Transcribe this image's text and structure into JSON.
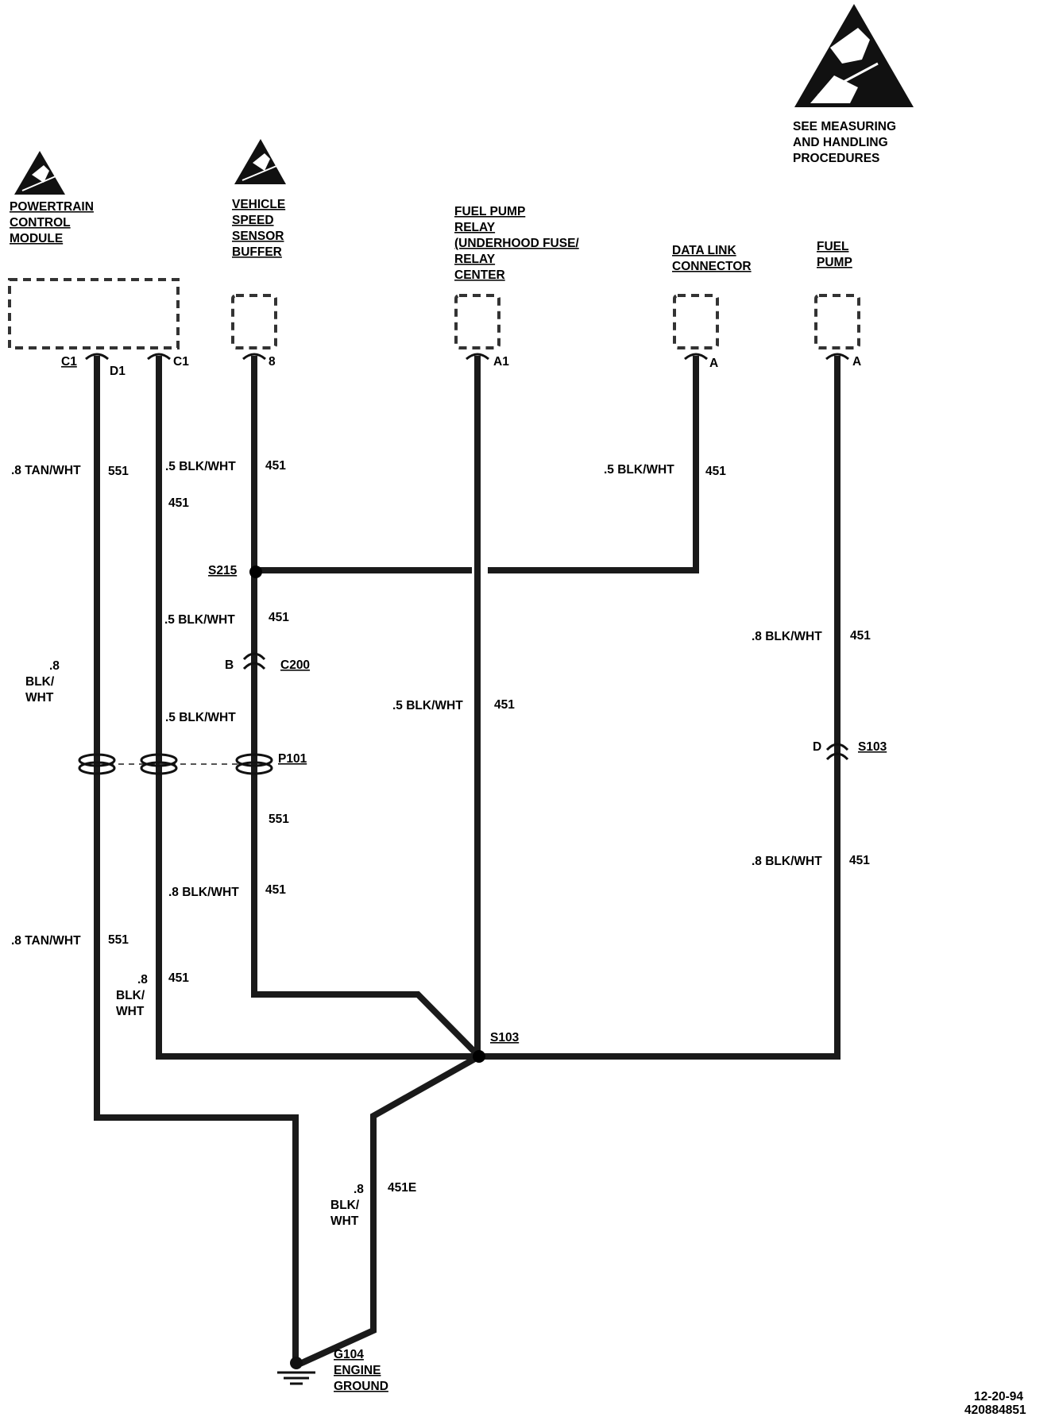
{
  "esd_note": [
    "SEE MEASURING",
    "AND HANDLING",
    "PROCEDURES"
  ],
  "components": {
    "pcm": [
      "POWERTRAIN",
      "CONTROL",
      "MODULE"
    ],
    "vssb": [
      "VEHICLE",
      "SPEED",
      "SENSOR",
      "BUFFER"
    ],
    "relay": [
      "FUEL PUMP",
      "RELAY",
      "(UNDERHOOD FUSE/",
      "RELAY",
      "CENTER"
    ],
    "dlc": [
      "DATA LINK",
      "CONNECTOR"
    ],
    "pump": [
      "FUEL",
      "PUMP"
    ]
  },
  "pins": {
    "pcm_c1_label": "C1",
    "pcm_d1": "D1",
    "pcm_c1": "C1",
    "vssb_8": "8",
    "relay_a1": "A1",
    "dlc_a": "A",
    "pump_a": "A"
  },
  "wires": {
    "w1_top_gauge": ".8 TAN/WHT",
    "w1_top_circ": "551",
    "w2_top_gauge": ".5 BLK/WHT",
    "w2_top_circ": "451",
    "w2_top_circ2": "451",
    "vssb_top_circ": "451",
    "dlc_gauge": ".5 BLK/WHT",
    "dlc_circ": "451",
    "vssb_mid_gauge": ".5 BLK/WHT",
    "vssb_mid_circ": "451",
    "pcm_mid_gauge": [
      ".8",
      "BLK/",
      "WHT"
    ],
    "vssb_low_gauge": ".5 BLK/WHT",
    "relay_gauge": ".5 BLK/WHT",
    "relay_circ": "451",
    "pump_top_gauge": ".8 BLK/WHT",
    "pump_top_circ": "451",
    "pump_low_gauge": ".8 BLK/WHT",
    "pump_low_circ": "451",
    "vssb_below_circ": "551",
    "w2_low_gauge": ".8 BLK/WHT",
    "w2_low_circ": "451",
    "w1_low_gauge": ".8 TAN/WHT",
    "w1_low_circ": "551",
    "w2_bottom_gauge": [
      ".8",
      "BLK/",
      "WHT"
    ],
    "w2_bottom_circ": "451",
    "ground_gauge": [
      ".8",
      "BLK/",
      "WHT"
    ],
    "ground_circ": "451E"
  },
  "splices": {
    "s215": "S215",
    "s103": "S103"
  },
  "connectors": {
    "c200_pin": "B",
    "c200": "C200",
    "p101": "P101",
    "s103_pin": "D",
    "s103_conn": "S103"
  },
  "ground": [
    "G104",
    "ENGINE",
    "GROUND"
  ],
  "footer": {
    "date": "12-20-94",
    "code": "420884851"
  }
}
